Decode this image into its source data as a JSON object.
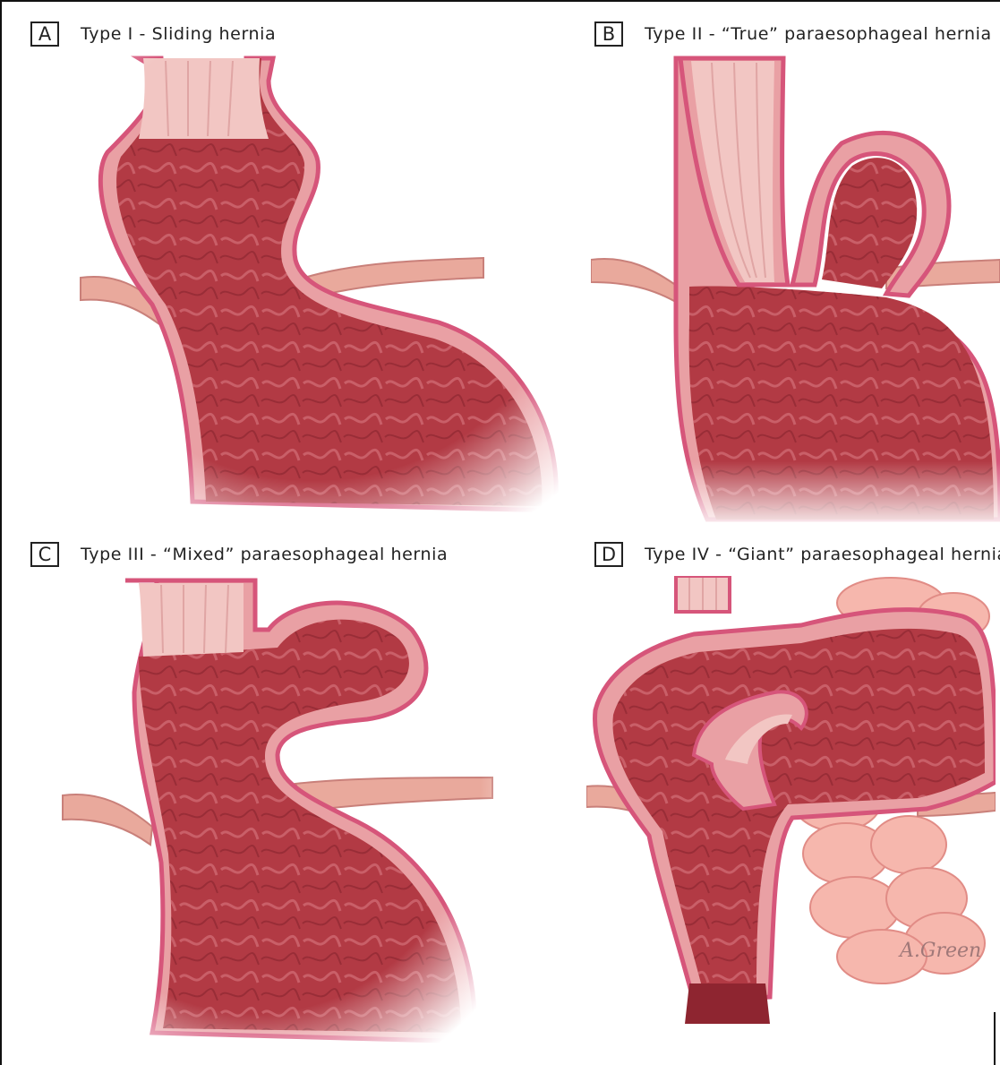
{
  "figure": {
    "panels": [
      {
        "letter": "A",
        "title": "Type I - Sliding hernia"
      },
      {
        "letter": "B",
        "title": "Type II - “True” paraesophageal hernia"
      },
      {
        "letter": "C",
        "title": "Type III - “Mixed” paraesophageal hernia"
      },
      {
        "letter": "D",
        "title": "Type IV - “Giant” paraesophageal hernia"
      }
    ],
    "signature": "A.Green",
    "colors": {
      "wall_outer": "#e9a0a4",
      "wall_serosa": "#d6557a",
      "lumen": "#b23a44",
      "lumen_dark": "#8e2530",
      "fold": "#c9606a",
      "esophagus_light": "#f2c6c3",
      "diaphragm": "#e9a99c",
      "colon": "#f6b7ad",
      "fat": "#f2d14a"
    }
  }
}
